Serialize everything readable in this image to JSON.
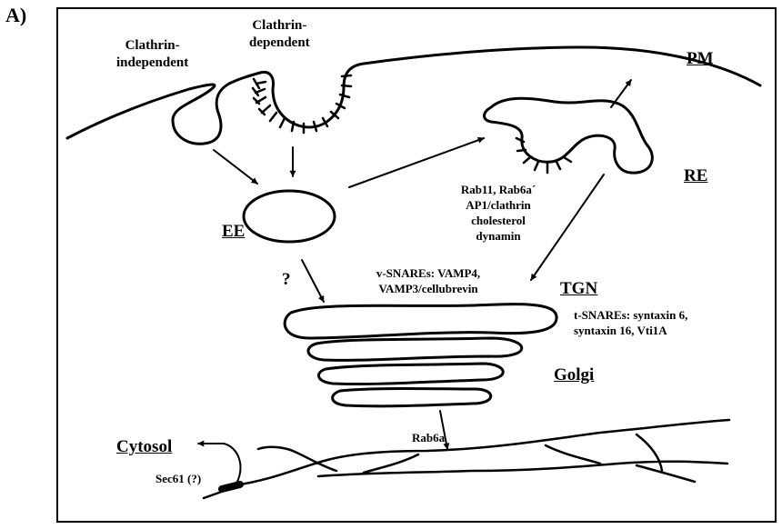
{
  "panel_label": "A)",
  "entry": {
    "clathrin_independent": [
      "Clathrin-",
      "independent"
    ],
    "clathrin_dependent": [
      "Clathrin-",
      "dependent"
    ]
  },
  "compartments": {
    "pm": "PM",
    "re": "RE",
    "ee": "EE",
    "tgn": "TGN",
    "golgi": "Golgi",
    "cytosol": "Cytosol"
  },
  "question_mark": "?",
  "re_to_tgn_factors": [
    "Rab11, Rab6a´",
    "AP1/clathrin",
    "cholesterol",
    "dynamin"
  ],
  "v_snares": [
    "v-SNAREs: VAMP4,",
    "VAMP3/cellubrevin"
  ],
  "t_snares": [
    "t-SNAREs: syntaxin 6,",
    "syntaxin 16, Vti1A"
  ],
  "golgi_to_er_factor": "Rab6a",
  "translocon": "Sec61 (?)"
}
